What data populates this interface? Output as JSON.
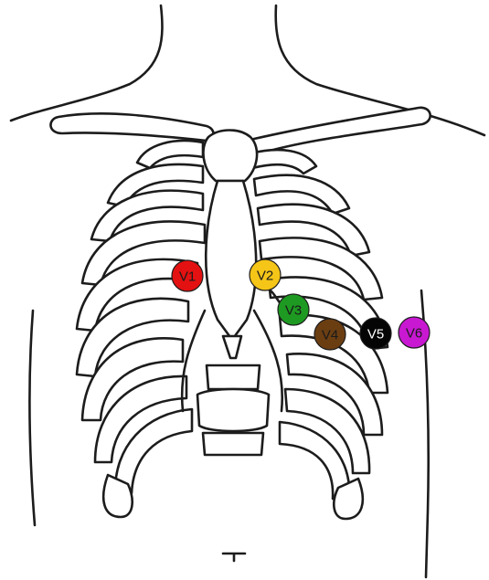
{
  "electrodes": [
    {
      "label": "V1",
      "color": "#e31111",
      "text_color": "#1a1a1a"
    },
    {
      "label": "V2",
      "color": "#f5c518",
      "text_color": "#1a1a1a"
    },
    {
      "label": "V3",
      "color": "#1e9a22",
      "text_color": "#1a1a1a"
    },
    {
      "label": "V4",
      "color": "#6b3e12",
      "text_color": "#1a1a1a"
    },
    {
      "label": "V5",
      "color": "#050505",
      "text_color": "#ffffff"
    },
    {
      "label": "V6",
      "color": "#c818d2",
      "text_color": "#1a1a1a"
    }
  ]
}
